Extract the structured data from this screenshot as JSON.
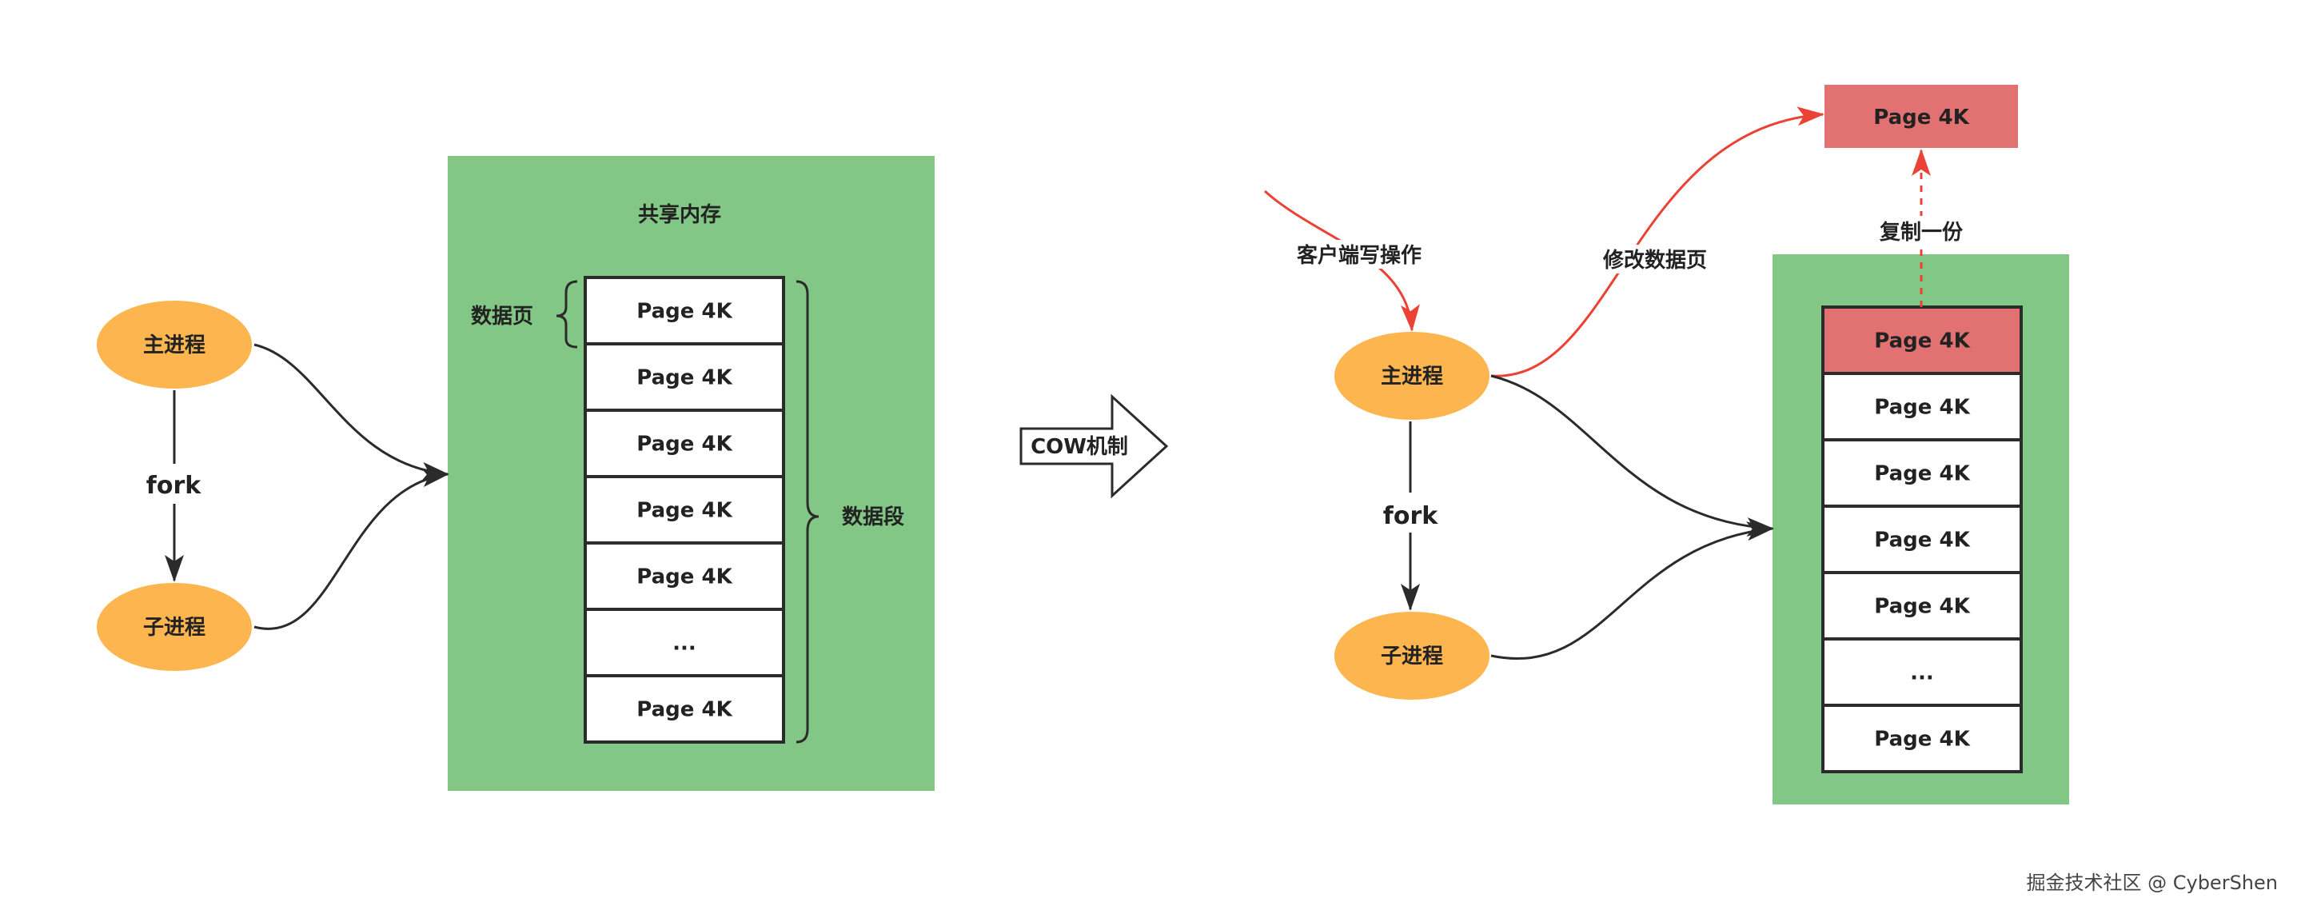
{
  "colors": {
    "memory_green": "#82c785",
    "process_orange": "#fdb64f",
    "modified_page_red": "#e27272",
    "write_arrow_red": "#ea4335",
    "line_dark": "#2b2b2b"
  },
  "left": {
    "shared_memory_title": "共享内存",
    "data_page_label": "数据页",
    "data_segment_label": "数据段",
    "main_process": "主进程",
    "child_process": "子进程",
    "fork_label": "fork",
    "pages": [
      "Page 4K",
      "Page 4K",
      "Page 4K",
      "Page 4K",
      "Page 4K",
      "...",
      "Page 4K"
    ]
  },
  "cow_arrow_label": "COW机制",
  "right": {
    "client_write_label": "客户端写操作",
    "modify_page_label": "修改数据页",
    "copy_label": "复制一份",
    "copied_page": "Page 4K",
    "main_process": "主进程",
    "child_process": "子进程",
    "fork_label": "fork",
    "pages": [
      "Page 4K",
      "Page 4K",
      "Page 4K",
      "Page 4K",
      "Page 4K",
      "...",
      "Page 4K"
    ],
    "modified_index": 0
  },
  "watermark": "掘金技术社区 @ CyberShen"
}
